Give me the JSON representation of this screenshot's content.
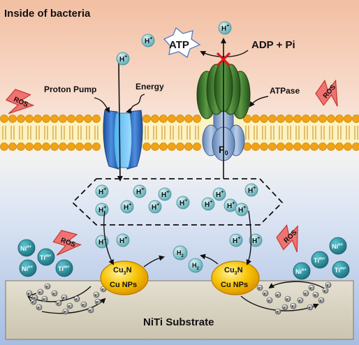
{
  "labels": {
    "title": "Inside of bacteria",
    "atp": "ATP",
    "adp": "ADP + Pi",
    "proton_pump": "Proton Pump",
    "energy": "Energy",
    "atpase": "ATPase",
    "f0": "F",
    "f0_sub": "0",
    "substrate": "NiTi Substrate",
    "ros": "ROS",
    "cu3n": "Cu",
    "cu3n_sub": "3",
    "cu3n_n": "N",
    "cunps": "Cu NPs",
    "h": "H",
    "h_sup": "+",
    "h2": "H",
    "h2_sub": "2",
    "electron": "e",
    "electron_sup": "-",
    "ni": "Ni",
    "ni_sup": "n+",
    "ti": "Ti",
    "ti_sup": "m+"
  },
  "colors": {
    "top_bg": "#f3c2a8",
    "mid_bg": "#e6ecf6",
    "bottom_bg": "#a9bfe1",
    "substrate": "#d9d3c2",
    "lipid_head": "#f0a318",
    "lipid_band": "#fdf2c3",
    "pump_blue": "#2f6fc4",
    "atpase_green": "#3f7a2c",
    "atpase_blue": "#86a7cf",
    "ros_red": "#f06a6a",
    "np_gold": "#f1b100",
    "proton_teal": "#64b3bd",
    "ion_teal": "#2c9aa8",
    "x_red": "#e8131a"
  },
  "icons": {
    "ros": "lightning-bolt-icon",
    "block": "red-x-icon"
  }
}
